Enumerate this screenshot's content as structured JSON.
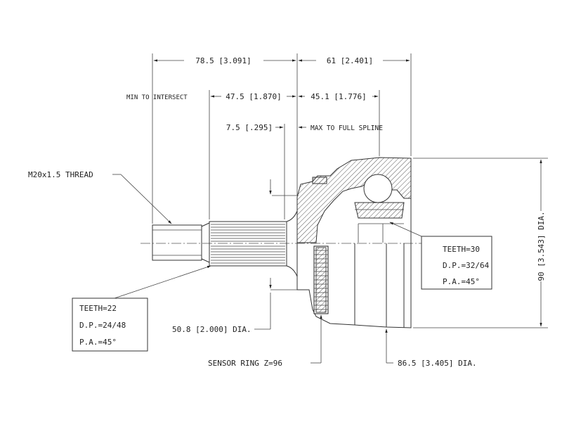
{
  "dimensions": {
    "overall_stub": "78.5 [3.091]",
    "housing_length": "61 [2.401]",
    "min_to_intersect_label": "MIN TO INTERSECT",
    "min_to_intersect": "47.5 [1.870]",
    "housing_depth": "45.1 [1.776]",
    "spline_offset": "7.5 [.295]",
    "max_to_full_spline": "MAX TO FULL SPLINE",
    "housing_dia": "90 [3.543] DIA.",
    "shoulder_dia": "50.8 [2.000] DIA.",
    "bell_dia": "86.5 [3.405] DIA."
  },
  "callouts": {
    "thread": "M20x1.5 THREAD",
    "sensor_ring": "SENSOR RING Z=96"
  },
  "spec_outer": {
    "teeth": "TEETH=22",
    "dp": "D.P.=24/48",
    "pa": "P.A.=45°"
  },
  "spec_inner": {
    "teeth": "TEETH=30",
    "dp": "D.P.=32/64",
    "pa": "P.A.=45°"
  }
}
